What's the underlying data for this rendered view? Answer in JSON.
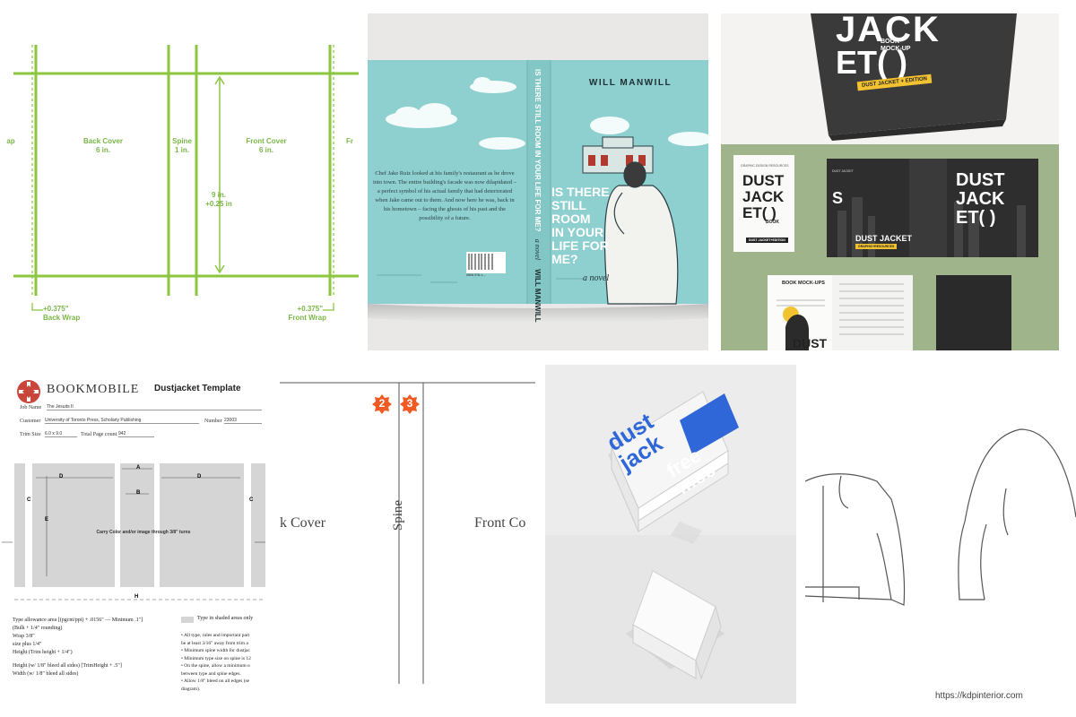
{
  "tile1": {
    "left_edge": "ap",
    "back_cover": "Back Cover",
    "back_size": "6 in.",
    "spine": "Spine",
    "spine_size": "1 in.",
    "front_cover": "Front Cover",
    "front_size": "6 in.",
    "right_edge": "Fr",
    "height": "9 in.",
    "height_bleed": "+0.25 in",
    "back_wrap_size": "+0.375\"",
    "back_wrap": "Back Wrap",
    "front_wrap_size": "+0.375\"",
    "front_wrap": "Front Wrap"
  },
  "tile2": {
    "author": "WILL MANWILL",
    "spine_text": "IS THERE STILL ROOM IN YOUR LIFE FOR ME?",
    "spine_sub": "a novel",
    "spine_author": "WILL MANWILL",
    "title_lines": [
      "IS THERE",
      "STILL",
      "ROOM",
      "IN YOUR",
      "LIFE FOR",
      "ME?"
    ],
    "subtitle": "a novel",
    "blurb": "Chef Jake Ruiz looked at his family's restaurant as he drove into town. The entire building's facade was now dilapidated – a perfect symbol of his actual family that had deteriorated when Jake came out to them. And now here he was, back in his hometown – facing the ghosts of his past and the possibility of a future.",
    "isbn": "ISBN 978-1-..."
  },
  "tile3": {
    "brand_top_1": "JACK",
    "brand_top_2": "ET( )",
    "book_mockup": "BOOK MOCK-UP",
    "ribbon": "DUST JACKET + EDITION",
    "card_l1": "DUST",
    "card_l2": "JACK",
    "card_l3": "ET( )",
    "card_book": "BOOK",
    "card_sub": "DUST JACKET+EDITION",
    "card_top": "GRAPHIC DESIGN RESOURCES",
    "spread_l1": "DUST",
    "spread_l2": "JACK",
    "spread_l3": "ET( )",
    "spread_small": "DUST JACKET",
    "spread_caption": "GRAPHIC+RESOURCES",
    "spread_side": "DUST JACKET",
    "mag_title": "BOOK MOCK-UPS",
    "mag_bottom": "DUST",
    "flap_letter": "S"
  },
  "tile4": {
    "logo": "BOOKMOBILE",
    "title": "Dustjacket Template",
    "job_label": "Job Name",
    "job_value": "The Jesuits II",
    "customer_label": "Customer",
    "customer_value": "University of Toronto Press, Scholarly Publishing",
    "number_label": "Number",
    "number_value": "23003",
    "trim_label": "Trim Size",
    "trim_value": "6.0 x 9.0",
    "pages_label": "Total Page count",
    "pages_value": "942",
    "dims": [
      "D",
      "A",
      "D",
      "B",
      "C",
      "E",
      "C"
    ],
    "carry": "Carry Color and/or image through 3/8\" turns",
    "h_label": "H",
    "notes_left": [
      "Type allowance area  [(pgcnt/ppi) + .0156\" — Minimum .1\"]",
      "(Bulk + 1/4\" rounding)",
      "Wrap 3/8\"",
      "size plus 1/4\"",
      "Height (Trim height + 1/4\")",
      "Height (w/ 1/8\" bleed all sides) [TrimHeight + .5\"]",
      "Width (w/ 1/8\" bleed all sides)"
    ],
    "shade_note": "Type in shaded areas only",
    "notes_right": [
      "• All type, rules and important part",
      "  be at least 3/16\" away from trim a",
      "• Minimum spine width for dustjac",
      "• Minimum type size on spine is 12",
      "• On the spine, allow a minimum o",
      "  between type and spine edges.",
      "• Allow 1/8\" bleed on all edges (se",
      "  diagram)."
    ]
  },
  "tile5": {
    "badge_2": "2",
    "badge_3": "3",
    "back_cover": "k Cover",
    "spine": "Spine",
    "front_cover": "Front Co"
  },
  "tile6": {
    "line1": "dust",
    "line2": "jack",
    "line3": "free",
    "line4": "moc"
  },
  "watermark": "https://kdpinterior.com"
}
